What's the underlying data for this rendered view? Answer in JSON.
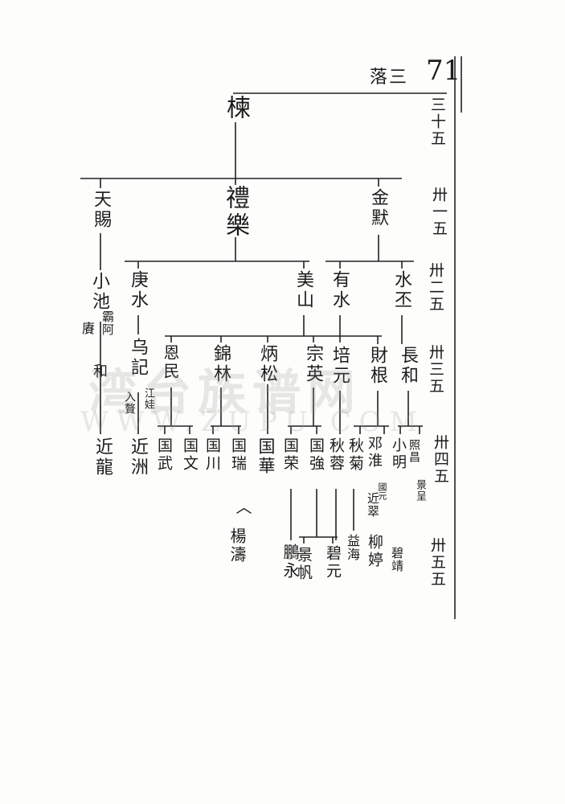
{
  "header": {
    "section": "落三",
    "page_number": "71"
  },
  "generations": [
    "三十五",
    "卅一五",
    "卅二五",
    "卅三五",
    "卅四五",
    "卅五五"
  ],
  "persons": {
    "dong": "楝",
    "tianci": "天賜",
    "lile": "禮樂",
    "jinmo": "金默",
    "xiaochi": "小池",
    "xiaochi_note_a": "賡",
    "xiaochi_note_b": "霸阿",
    "xiaochi_note_c": "和",
    "gengshui": "庚水",
    "meishan": "美山",
    "youshui": "有水",
    "shuipi": "水丕",
    "wuji": "乌記",
    "wuji_note_a": "江娃",
    "wuji_note_b": "入贅",
    "enmin": "恩民",
    "jinlin": "錦林",
    "bingsong": "炳松",
    "zongying": "宗英",
    "peiyuan": "培元",
    "caigen": "財根",
    "changhe": "長和",
    "jinlong": "近龍",
    "jinzhou": "近洲",
    "guowu": "国武",
    "guowen": "国文",
    "guochuan": "国川",
    "guorui": "国瑞",
    "guohua": "国華",
    "guorong": "国荣",
    "guoqiang": "国強",
    "qiurong": "秋蓉",
    "qiuju": "秋菊",
    "jiaxing": "邓淮",
    "jiaxing_note": "近翠",
    "xiaolin": "小明",
    "xiaolin_note": "國元",
    "zhaochang": "照昌",
    "zhaochang_note": "景呈",
    "ditto": "〈",
    "yangtao": "楊濤",
    "pengyong": "鵬永",
    "jingfan": "景帆",
    "biyuan": "碧元",
    "yihai": "益海",
    "liuting": "柳婷",
    "bijing": "碧靖"
  },
  "watermark": {
    "cn": "湾台族谱网",
    "url": "WWW.ZUPU.COM"
  }
}
